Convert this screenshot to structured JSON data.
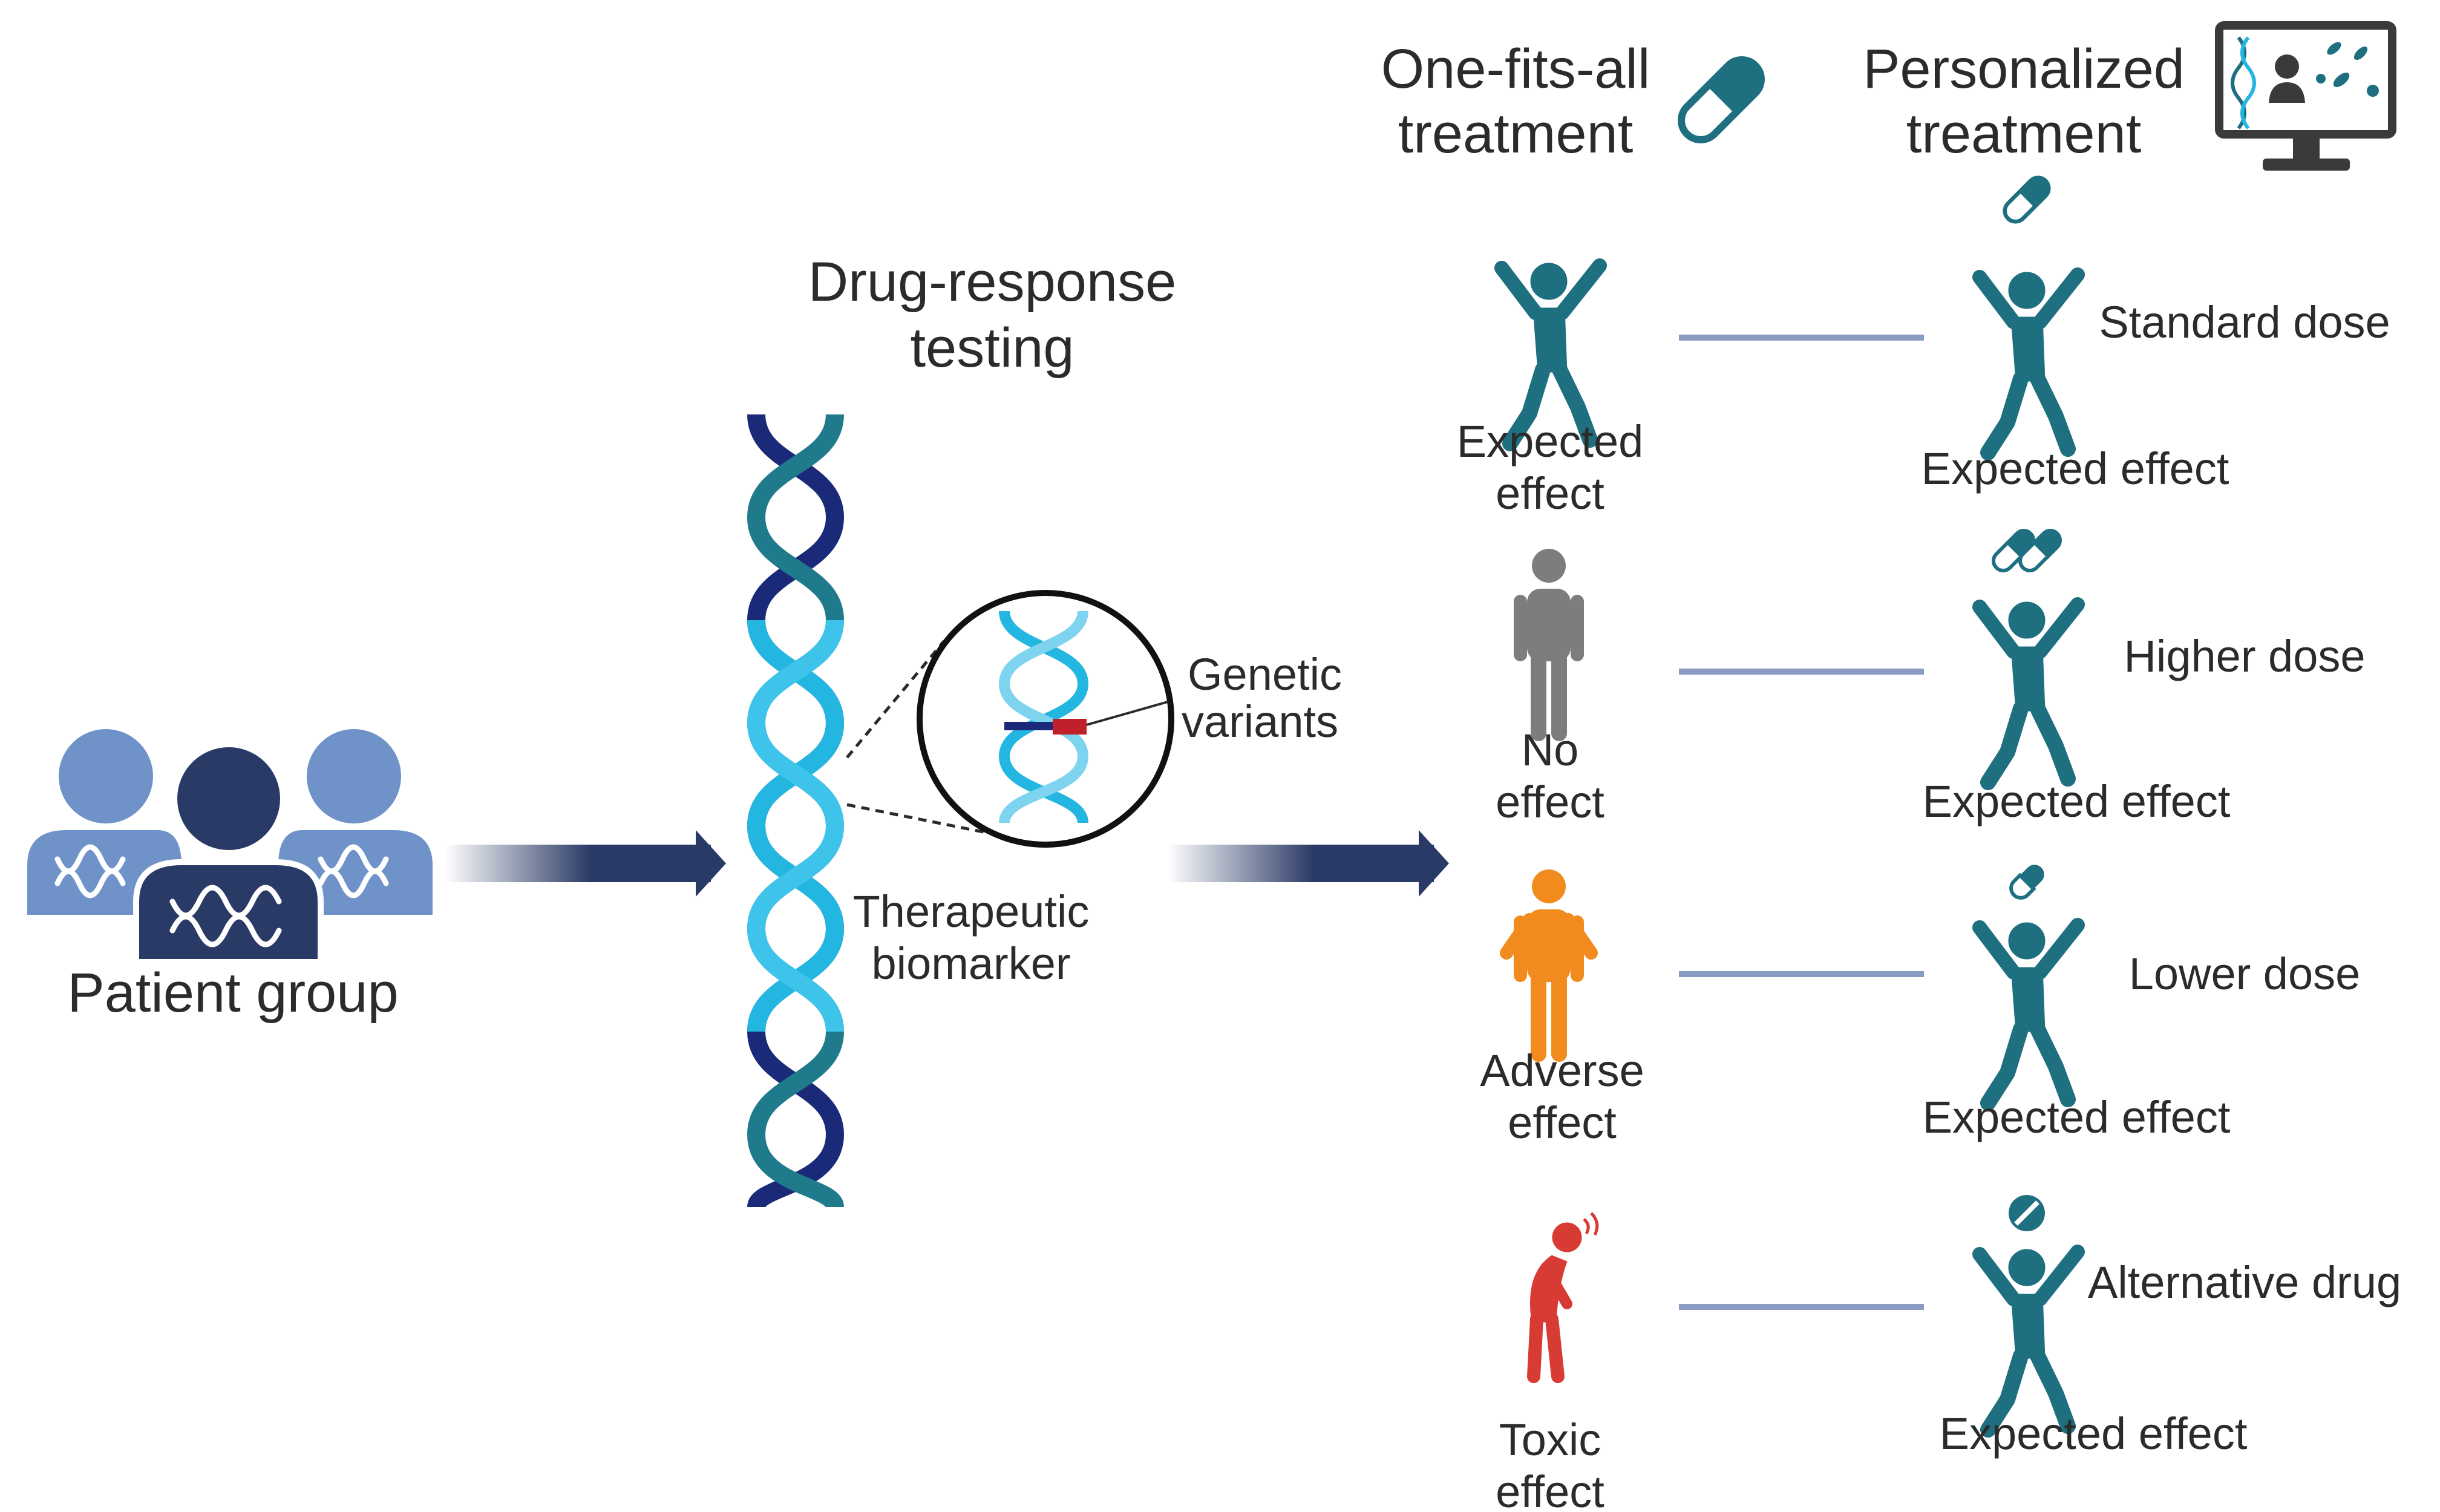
{
  "patient_group": {
    "label": "Patient group"
  },
  "testing": {
    "title_line1": "Drug-response",
    "title_line2": "testing"
  },
  "biomarker": {
    "line1": "Therapeutic",
    "line2": "biomarker"
  },
  "variants": {
    "line1": "Genetic",
    "line2": "variants"
  },
  "columns": {
    "one_fits_all": {
      "line1": "One-fits-all",
      "line2": "treatment"
    },
    "personalized": {
      "line1": "Personalized",
      "line2": "treatment"
    }
  },
  "rows": [
    {
      "outcome_line1": "Expected",
      "outcome_line2": "effect",
      "outcome_color": "#1e6f80",
      "dose": "Standard dose",
      "result": "Expected effect"
    },
    {
      "outcome_line1": "No",
      "outcome_line2": "effect",
      "outcome_color": "#7d7d7d",
      "dose": "Higher dose",
      "result": "Expected effect"
    },
    {
      "outcome_line1": "Adverse",
      "outcome_line2": "effect",
      "outcome_color": "#f28b1e",
      "dose": "Lower dose",
      "result": "Expected effect"
    },
    {
      "outcome_line1": "Toxic",
      "outcome_line2": "effect",
      "outcome_color": "#d83a34",
      "dose": "Alternative drug",
      "result": "Expected effect"
    }
  ],
  "colors": {
    "teal": "#1e6f80",
    "navy": "#2a3a66",
    "light_blue": "#6f93c9",
    "cyan": "#22b6e0",
    "dark_blue": "#1a2a78",
    "connector": "#8a9cc4"
  }
}
